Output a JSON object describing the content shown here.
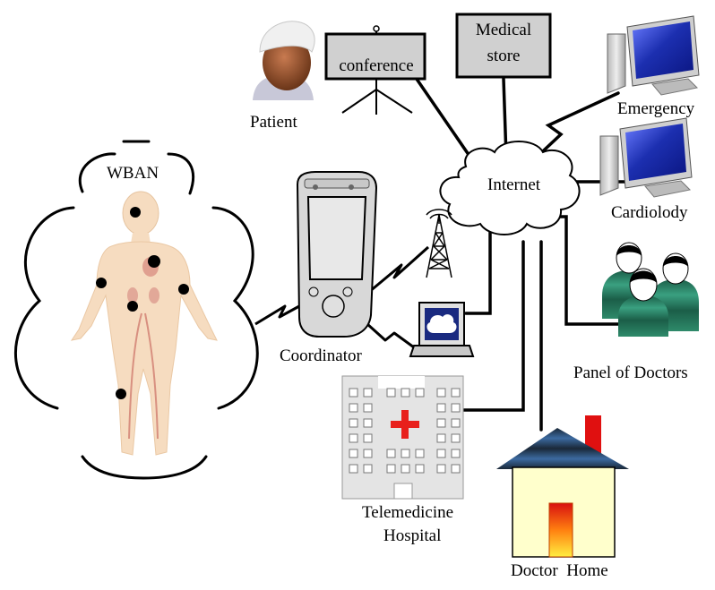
{
  "labels": {
    "wban": "WBAN",
    "patient": "Patient",
    "conference": "conference",
    "medical_store_line1": "Medical",
    "medical_store_line2": "store",
    "emergency": "Emergency",
    "internet": "Internet",
    "cardiology": "Cardiolody",
    "coordinator": "Coordinator",
    "panel_of_doctors": "Panel of Doctors",
    "telemedicine_line1": "Telemedicine",
    "telemedicine_line2": "Hospital",
    "doctor_home": "Doctor  Home"
  },
  "colors": {
    "skin": "#f6dcc0",
    "monitor_blue": "#1c2fb0",
    "box_fill": "#d0d0d0",
    "hospital_fill": "#e4e4e4",
    "cross_red": "#e8201c",
    "house_wall": "#ffffcc",
    "chimney_red": "#e01010",
    "roof_dark": "#1a2838",
    "doctor_shirt": "#2e8a6a",
    "sensor": "#000000"
  },
  "icons": [
    "patient-icon",
    "projector-screen-icon",
    "store-box-icon",
    "computer-icon",
    "cloud-icon",
    "pda-icon",
    "antenna-tower-icon",
    "laptop-icon",
    "doctors-group-icon",
    "hospital-icon",
    "house-icon",
    "human-body-icon",
    "sensor-dot-icon"
  ]
}
